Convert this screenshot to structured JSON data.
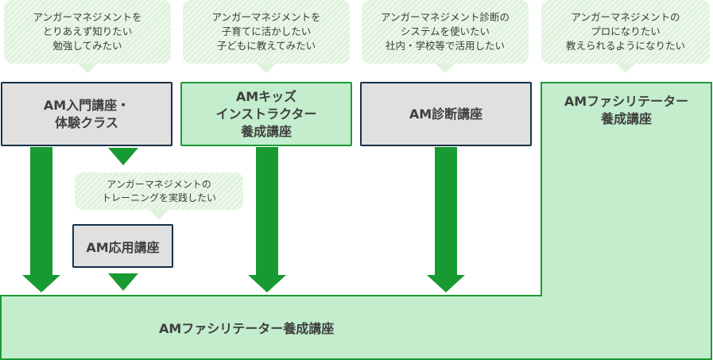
{
  "bubbles": [
    {
      "lines": [
        "アンガーマネジメントを",
        "とりあえず知りたい",
        "勉強してみたい"
      ]
    },
    {
      "lines": [
        "アンガーマネジメントを",
        "子育てに活かしたい",
        "子どもに教えてみたい"
      ]
    },
    {
      "lines": [
        "アンガーマネジメント診断の",
        "システムを使いたい",
        "社内・学校等で活用したい"
      ]
    },
    {
      "lines": [
        "アンガーマネジメントの",
        "プロになりたい",
        "教えられるようになりたい"
      ]
    },
    {
      "lines": [
        "アンガーマネジメントの",
        "トレーニングを実践したい"
      ]
    }
  ],
  "courses": {
    "intro": {
      "lines": [
        "AM入門講座・",
        "体験クラス"
      ]
    },
    "kids": {
      "lines": [
        "AMキッズ",
        "インストラクター",
        "養成講座"
      ]
    },
    "diagnosis": {
      "lines": [
        "AM診断講座"
      ]
    },
    "facilitator": {
      "lines": [
        "AMファシリテーター",
        "養成講座"
      ]
    },
    "applied": {
      "lines": [
        "AM応用講座"
      ]
    },
    "bottom": {
      "label": "AMファシリテーター養成講座"
    }
  },
  "colors": {
    "green_fill": "#c3edcc",
    "green_border": "#1e9a35",
    "gray_fill": "#e0e0e0",
    "navy_border": "#163147",
    "arrow": "#189a33",
    "bubble": "#dff2dc"
  }
}
